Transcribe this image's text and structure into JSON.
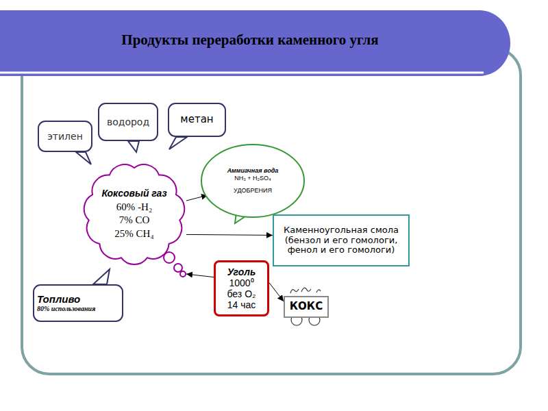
{
  "diagram": {
    "title": "Продукты переработки каменного угля",
    "nodes": [
      {
        "text": [
          "этилен"
        ]
      },
      {
        "text": [
          "водород"
        ]
      },
      {
        "text": [
          "метан"
        ]
      },
      {
        "text": [
          "Коксовый газ",
          "60% -H₂",
          "7% CO",
          "25% CH₄"
        ]
      },
      {
        "text": [
          "Аммиачная вода",
          "NH₃ + H₂SO₄",
          "УДОБРЕНИЯ"
        ]
      },
      {
        "text": [
          "Каменноугольная смола (бензол и его гомологи, фенол и его гомологи)"
        ]
      },
      {
        "text": [
          "Уголь",
          "1000⁰",
          "без O₂",
          "14 час"
        ]
      },
      {
        "text": [
          "КОКС"
        ]
      },
      {
        "text": [
          "Топливо",
          "80% использования"
        ]
      }
    ],
    "edges": [
      {
        "from": 6,
        "to": 3,
        "arrow": "to"
      },
      {
        "from": 3,
        "to": 4,
        "arrow": "to"
      },
      {
        "from": 3,
        "to": 5,
        "arrow": "to"
      },
      {
        "from": 6,
        "to": 7,
        "arrow": "to"
      }
    ]
  }
}
